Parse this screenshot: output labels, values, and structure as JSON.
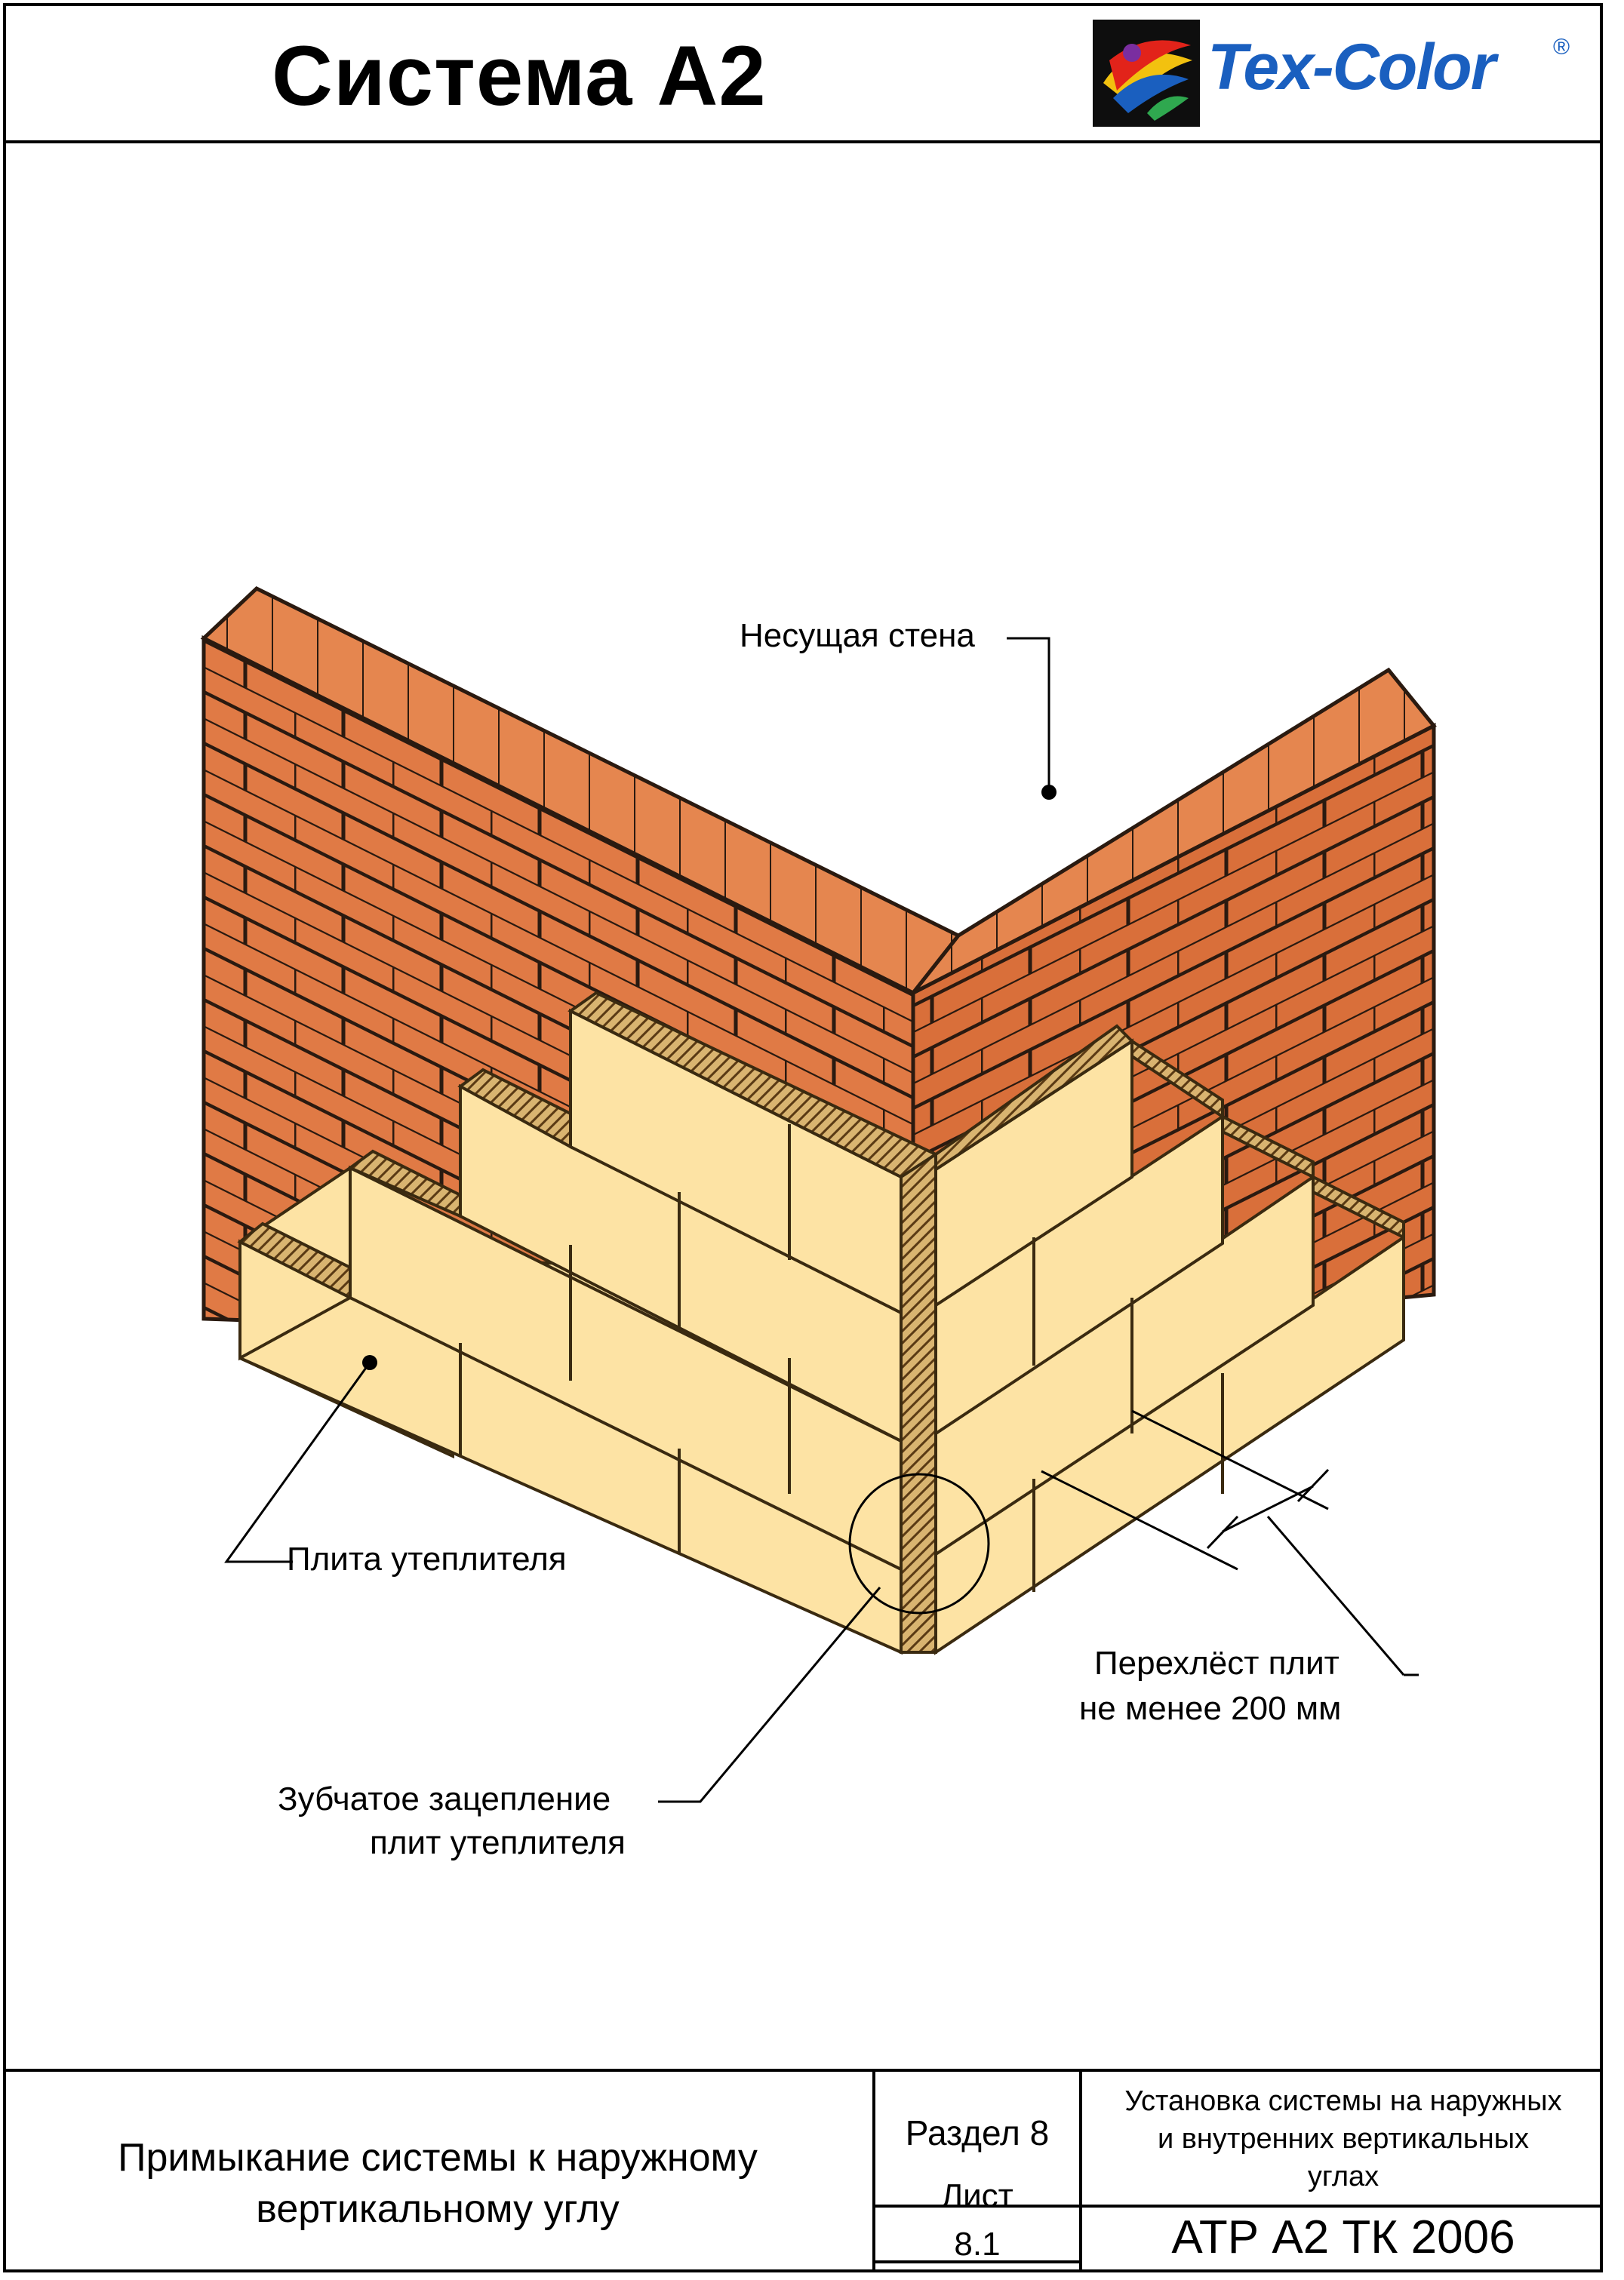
{
  "header": {
    "title": "Система А2",
    "logo_text": "Tex-Color",
    "logo_mark": "®"
  },
  "diagram": {
    "labels": {
      "bearing_wall": "Несущая стена",
      "insulation_board": "Плита утеплителя",
      "overlap_line1": "Перехлёст плит",
      "overlap_line2": "не менее 200 мм",
      "toothed_line1": "Зубчатое зацепление",
      "toothed_line2": "плит утеплителя"
    },
    "colors": {
      "brick": "#e07a45",
      "mortar": "#2a1a10",
      "insulation": "#fde3a4",
      "insulation_edge": "#c99a4a",
      "logo_blue": "#1a5fbf"
    }
  },
  "title_block": {
    "caption_line1": "Примыкание системы к наружному",
    "caption_line2": "вертикальному углу",
    "section_label": "Раздел 8",
    "sheet_label": "Лист",
    "sheet_number": "8.1",
    "section_title_line1": "Установка системы на наружных",
    "section_title_line2": "и внутренних вертикальных",
    "section_title_line3": "углах",
    "document_code": "АТР А2 ТК 2006"
  }
}
